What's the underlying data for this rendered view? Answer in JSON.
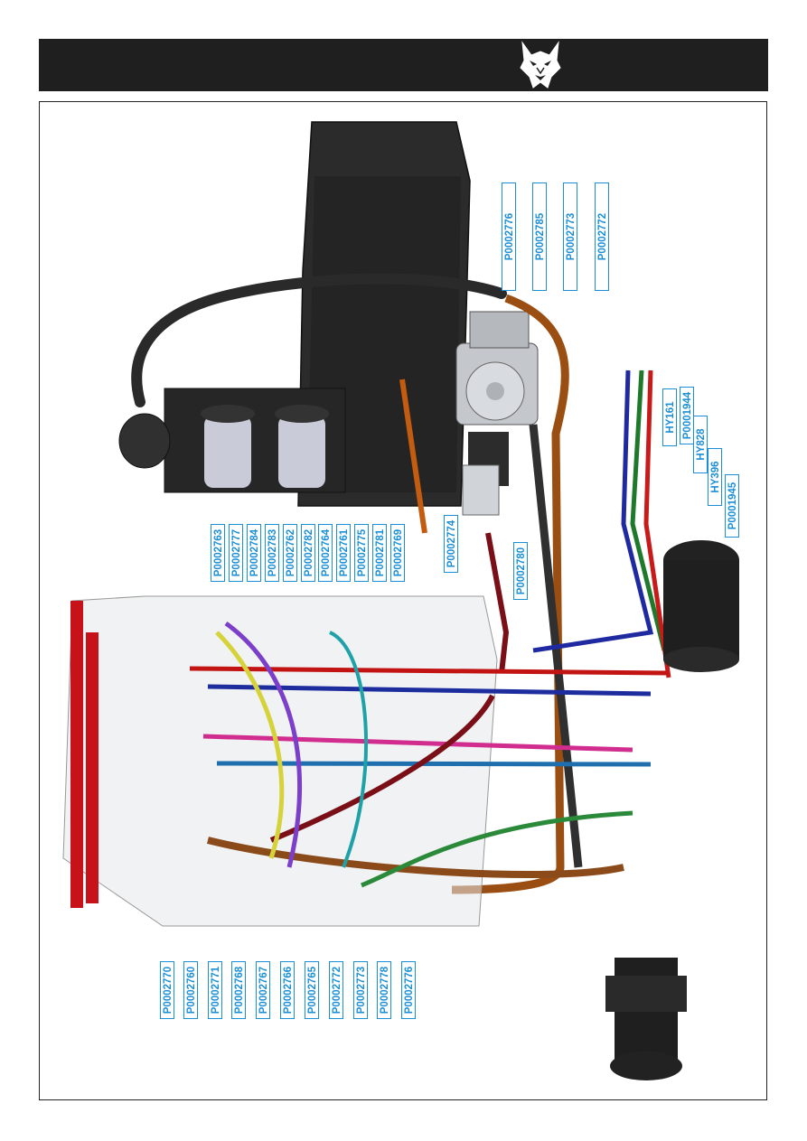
{
  "header": {
    "logo_icon": "wolf-head-icon"
  },
  "labels_top": [
    "P0002776",
    "P0002785",
    "P0002773",
    "P0002772"
  ],
  "labels_side": [
    "HY161",
    "P0001944",
    "HY828",
    "HY396",
    "P0001945"
  ],
  "labels_middle": [
    "P0002763",
    "P0002777",
    "P0002784",
    "P0002783",
    "P0002762",
    "P0002782",
    "P0002764",
    "P0002761",
    "P0002775",
    "P0002781",
    "P0002769"
  ],
  "label_p0002774": "P0002774",
  "label_p0002780": "P0002780",
  "labels_bottom": [
    "P0002770",
    "P0002760",
    "P0002771",
    "P0002768",
    "P0002767",
    "P0002766",
    "P0002765",
    "P0002772",
    "P0002773",
    "P0002778",
    "P0002776"
  ],
  "colors": {
    "header": "#1f1f1f",
    "label": "#1a8fd8"
  }
}
